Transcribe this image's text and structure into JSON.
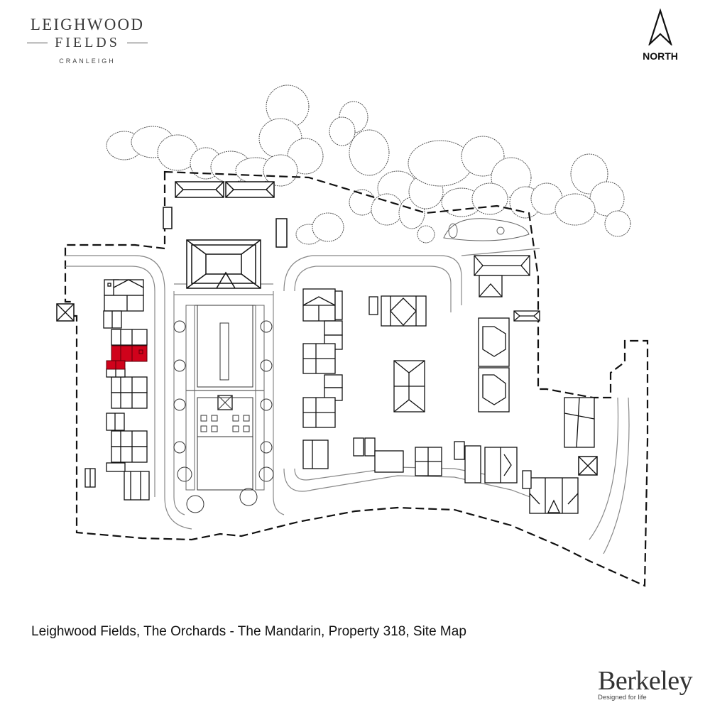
{
  "logo": {
    "line1": "LEIGHWOOD",
    "line2": "FIELDS",
    "line3": "CRANLEIGH"
  },
  "compass": {
    "icon": "north-arrow-icon",
    "label": "NORTH"
  },
  "map": {
    "highlight_color": "#d0021b",
    "line_color": "#222222",
    "highlighted_property": "Property 318",
    "boundary_style": "dashed"
  },
  "caption": "Leighwood Fields, The Orchards - The Mandarin, Property 318, Site Map",
  "brand": {
    "name": "Berkeley",
    "tagline": "Designed for life"
  }
}
